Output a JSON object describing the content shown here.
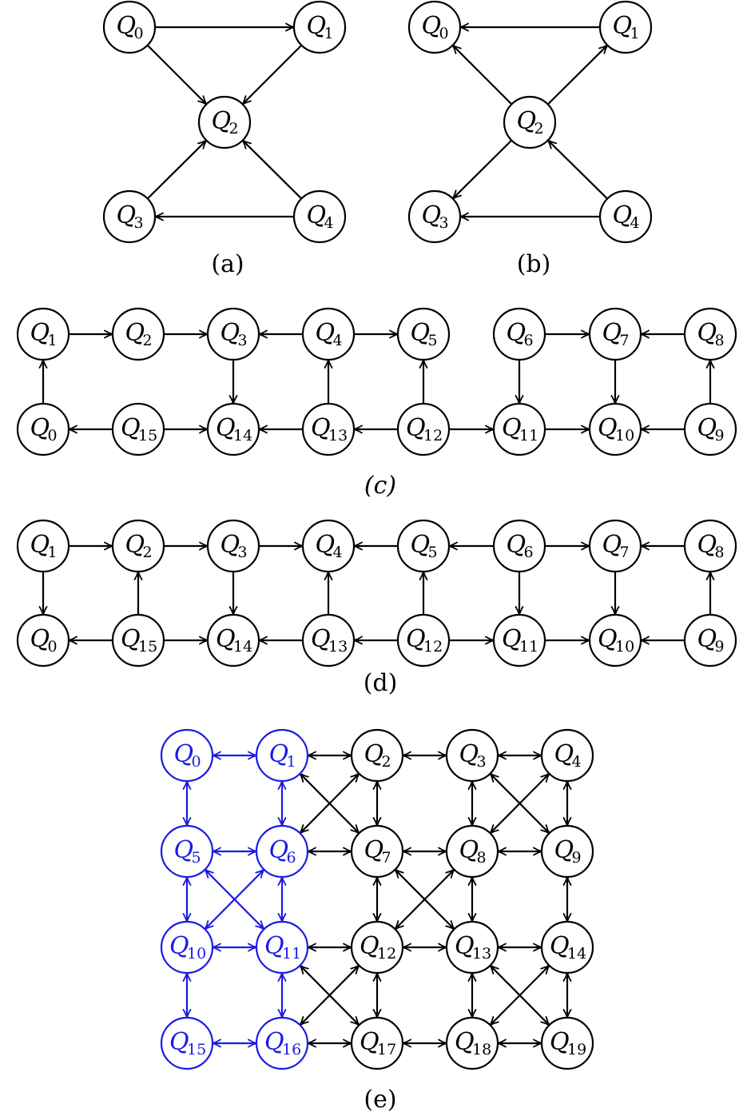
{
  "colors": {
    "default": "#000000",
    "highlight": "#1a1ae6"
  },
  "panels": [
    {
      "id": "a",
      "caption": "(a)",
      "caption_italic": false,
      "nodes": [
        {
          "id": "0",
          "label": "Q",
          "sub": "0"
        },
        {
          "id": "1",
          "label": "Q",
          "sub": "1"
        },
        {
          "id": "2",
          "label": "Q",
          "sub": "2"
        },
        {
          "id": "3",
          "label": "Q",
          "sub": "3"
        },
        {
          "id": "4",
          "label": "Q",
          "sub": "4"
        }
      ],
      "edges": [
        {
          "from": "0",
          "to": "1",
          "dir": "forward"
        },
        {
          "from": "0",
          "to": "2",
          "dir": "forward"
        },
        {
          "from": "1",
          "to": "2",
          "dir": "forward"
        },
        {
          "from": "3",
          "to": "2",
          "dir": "forward"
        },
        {
          "from": "4",
          "to": "2",
          "dir": "forward"
        },
        {
          "from": "4",
          "to": "3",
          "dir": "forward"
        }
      ]
    },
    {
      "id": "b",
      "caption": "(b)",
      "caption_italic": false,
      "nodes": [
        {
          "id": "0",
          "label": "Q",
          "sub": "0"
        },
        {
          "id": "1",
          "label": "Q",
          "sub": "1"
        },
        {
          "id": "2",
          "label": "Q",
          "sub": "2"
        },
        {
          "id": "3",
          "label": "Q",
          "sub": "3"
        },
        {
          "id": "4",
          "label": "Q",
          "sub": "4"
        }
      ],
      "edges": [
        {
          "from": "1",
          "to": "0",
          "dir": "forward"
        },
        {
          "from": "2",
          "to": "0",
          "dir": "forward"
        },
        {
          "from": "2",
          "to": "1",
          "dir": "forward"
        },
        {
          "from": "2",
          "to": "3",
          "dir": "forward"
        },
        {
          "from": "4",
          "to": "2",
          "dir": "forward"
        },
        {
          "from": "4",
          "to": "3",
          "dir": "forward"
        }
      ]
    },
    {
      "id": "c",
      "caption": "(c)",
      "caption_italic": true,
      "nodes": [
        {
          "id": "0",
          "label": "Q",
          "sub": "0"
        },
        {
          "id": "1",
          "label": "Q",
          "sub": "1"
        },
        {
          "id": "2",
          "label": "Q",
          "sub": "2"
        },
        {
          "id": "3",
          "label": "Q",
          "sub": "3"
        },
        {
          "id": "4",
          "label": "Q",
          "sub": "4"
        },
        {
          "id": "5",
          "label": "Q",
          "sub": "5"
        },
        {
          "id": "6",
          "label": "Q",
          "sub": "6"
        },
        {
          "id": "7",
          "label": "Q",
          "sub": "7"
        },
        {
          "id": "8",
          "label": "Q",
          "sub": "8"
        },
        {
          "id": "9",
          "label": "Q",
          "sub": "9"
        },
        {
          "id": "10",
          "label": "Q",
          "sub": "10"
        },
        {
          "id": "11",
          "label": "Q",
          "sub": "11"
        },
        {
          "id": "12",
          "label": "Q",
          "sub": "12"
        },
        {
          "id": "13",
          "label": "Q",
          "sub": "13"
        },
        {
          "id": "14",
          "label": "Q",
          "sub": "14"
        },
        {
          "id": "15",
          "label": "Q",
          "sub": "15"
        }
      ],
      "edges": [
        {
          "from": "1",
          "to": "2",
          "dir": "forward"
        },
        {
          "from": "2",
          "to": "3",
          "dir": "forward"
        },
        {
          "from": "4",
          "to": "3",
          "dir": "forward"
        },
        {
          "from": "4",
          "to": "5",
          "dir": "forward"
        },
        {
          "from": "6",
          "to": "7",
          "dir": "forward"
        },
        {
          "from": "8",
          "to": "7",
          "dir": "forward"
        },
        {
          "from": "0",
          "to": "1",
          "dir": "forward"
        },
        {
          "from": "3",
          "to": "14",
          "dir": "forward"
        },
        {
          "from": "13",
          "to": "4",
          "dir": "forward"
        },
        {
          "from": "12",
          "to": "5",
          "dir": "forward"
        },
        {
          "from": "6",
          "to": "11",
          "dir": "forward"
        },
        {
          "from": "7",
          "to": "10",
          "dir": "forward"
        },
        {
          "from": "9",
          "to": "8",
          "dir": "forward"
        },
        {
          "from": "15",
          "to": "0",
          "dir": "forward"
        },
        {
          "from": "15",
          "to": "14",
          "dir": "forward"
        },
        {
          "from": "13",
          "to": "14",
          "dir": "forward"
        },
        {
          "from": "12",
          "to": "13",
          "dir": "forward"
        },
        {
          "from": "12",
          "to": "11",
          "dir": "forward"
        },
        {
          "from": "11",
          "to": "10",
          "dir": "forward"
        },
        {
          "from": "9",
          "to": "10",
          "dir": "forward"
        }
      ]
    },
    {
      "id": "d",
      "caption": "(d)",
      "caption_italic": false,
      "nodes": [
        {
          "id": "0",
          "label": "Q",
          "sub": "0"
        },
        {
          "id": "1",
          "label": "Q",
          "sub": "1"
        },
        {
          "id": "2",
          "label": "Q",
          "sub": "2"
        },
        {
          "id": "3",
          "label": "Q",
          "sub": "3"
        },
        {
          "id": "4",
          "label": "Q",
          "sub": "4"
        },
        {
          "id": "5",
          "label": "Q",
          "sub": "5"
        },
        {
          "id": "6",
          "label": "Q",
          "sub": "6"
        },
        {
          "id": "7",
          "label": "Q",
          "sub": "7"
        },
        {
          "id": "8",
          "label": "Q",
          "sub": "8"
        },
        {
          "id": "9",
          "label": "Q",
          "sub": "9"
        },
        {
          "id": "10",
          "label": "Q",
          "sub": "10"
        },
        {
          "id": "11",
          "label": "Q",
          "sub": "11"
        },
        {
          "id": "12",
          "label": "Q",
          "sub": "12"
        },
        {
          "id": "13",
          "label": "Q",
          "sub": "13"
        },
        {
          "id": "14",
          "label": "Q",
          "sub": "14"
        },
        {
          "id": "15",
          "label": "Q",
          "sub": "15"
        }
      ],
      "edges": [
        {
          "from": "1",
          "to": "2",
          "dir": "forward"
        },
        {
          "from": "2",
          "to": "3",
          "dir": "forward"
        },
        {
          "from": "3",
          "to": "4",
          "dir": "forward"
        },
        {
          "from": "5",
          "to": "4",
          "dir": "forward"
        },
        {
          "from": "6",
          "to": "5",
          "dir": "forward"
        },
        {
          "from": "6",
          "to": "7",
          "dir": "forward"
        },
        {
          "from": "8",
          "to": "7",
          "dir": "forward"
        },
        {
          "from": "1",
          "to": "0",
          "dir": "forward"
        },
        {
          "from": "15",
          "to": "2",
          "dir": "forward"
        },
        {
          "from": "3",
          "to": "14",
          "dir": "forward"
        },
        {
          "from": "13",
          "to": "4",
          "dir": "forward"
        },
        {
          "from": "12",
          "to": "5",
          "dir": "forward"
        },
        {
          "from": "6",
          "to": "11",
          "dir": "forward"
        },
        {
          "from": "7",
          "to": "10",
          "dir": "forward"
        },
        {
          "from": "9",
          "to": "8",
          "dir": "forward"
        },
        {
          "from": "15",
          "to": "0",
          "dir": "forward"
        },
        {
          "from": "15",
          "to": "14",
          "dir": "forward"
        },
        {
          "from": "13",
          "to": "14",
          "dir": "forward"
        },
        {
          "from": "12",
          "to": "13",
          "dir": "forward"
        },
        {
          "from": "12",
          "to": "11",
          "dir": "forward"
        },
        {
          "from": "11",
          "to": "10",
          "dir": "forward"
        },
        {
          "from": "9",
          "to": "10",
          "dir": "forward"
        }
      ]
    },
    {
      "id": "e",
      "caption": "(e)",
      "caption_italic": false,
      "highlighted_nodes": [
        "0",
        "1",
        "5",
        "6",
        "10",
        "11",
        "15",
        "16"
      ],
      "nodes": [
        {
          "id": "0",
          "label": "Q",
          "sub": "0"
        },
        {
          "id": "1",
          "label": "Q",
          "sub": "1"
        },
        {
          "id": "2",
          "label": "Q",
          "sub": "2"
        },
        {
          "id": "3",
          "label": "Q",
          "sub": "3"
        },
        {
          "id": "4",
          "label": "Q",
          "sub": "4"
        },
        {
          "id": "5",
          "label": "Q",
          "sub": "5"
        },
        {
          "id": "6",
          "label": "Q",
          "sub": "6"
        },
        {
          "id": "7",
          "label": "Q",
          "sub": "7"
        },
        {
          "id": "8",
          "label": "Q",
          "sub": "8"
        },
        {
          "id": "9",
          "label": "Q",
          "sub": "9"
        },
        {
          "id": "10",
          "label": "Q",
          "sub": "10"
        },
        {
          "id": "11",
          "label": "Q",
          "sub": "11"
        },
        {
          "id": "12",
          "label": "Q",
          "sub": "12"
        },
        {
          "id": "13",
          "label": "Q",
          "sub": "13"
        },
        {
          "id": "14",
          "label": "Q",
          "sub": "14"
        },
        {
          "id": "15",
          "label": "Q",
          "sub": "15"
        },
        {
          "id": "16",
          "label": "Q",
          "sub": "16"
        },
        {
          "id": "17",
          "label": "Q",
          "sub": "17"
        },
        {
          "id": "18",
          "label": "Q",
          "sub": "18"
        },
        {
          "id": "19",
          "label": "Q",
          "sub": "19"
        }
      ],
      "edges": [
        {
          "from": "0",
          "to": "1",
          "dir": "both"
        },
        {
          "from": "1",
          "to": "2",
          "dir": "both"
        },
        {
          "from": "2",
          "to": "3",
          "dir": "both"
        },
        {
          "from": "3",
          "to": "4",
          "dir": "both"
        },
        {
          "from": "5",
          "to": "6",
          "dir": "both"
        },
        {
          "from": "6",
          "to": "7",
          "dir": "both"
        },
        {
          "from": "7",
          "to": "8",
          "dir": "both"
        },
        {
          "from": "8",
          "to": "9",
          "dir": "both"
        },
        {
          "from": "10",
          "to": "11",
          "dir": "both"
        },
        {
          "from": "11",
          "to": "12",
          "dir": "both"
        },
        {
          "from": "12",
          "to": "13",
          "dir": "both"
        },
        {
          "from": "13",
          "to": "14",
          "dir": "both"
        },
        {
          "from": "15",
          "to": "16",
          "dir": "both"
        },
        {
          "from": "16",
          "to": "17",
          "dir": "both"
        },
        {
          "from": "17",
          "to": "18",
          "dir": "both"
        },
        {
          "from": "18",
          "to": "19",
          "dir": "both"
        },
        {
          "from": "0",
          "to": "5",
          "dir": "both"
        },
        {
          "from": "1",
          "to": "6",
          "dir": "both"
        },
        {
          "from": "2",
          "to": "7",
          "dir": "both"
        },
        {
          "from": "3",
          "to": "8",
          "dir": "both"
        },
        {
          "from": "4",
          "to": "9",
          "dir": "both"
        },
        {
          "from": "5",
          "to": "10",
          "dir": "both"
        },
        {
          "from": "6",
          "to": "11",
          "dir": "both"
        },
        {
          "from": "7",
          "to": "12",
          "dir": "both"
        },
        {
          "from": "8",
          "to": "13",
          "dir": "both"
        },
        {
          "from": "9",
          "to": "14",
          "dir": "both"
        },
        {
          "from": "10",
          "to": "15",
          "dir": "both"
        },
        {
          "from": "11",
          "to": "16",
          "dir": "both"
        },
        {
          "from": "12",
          "to": "17",
          "dir": "both"
        },
        {
          "from": "13",
          "to": "18",
          "dir": "both"
        },
        {
          "from": "14",
          "to": "19",
          "dir": "both"
        },
        {
          "from": "1",
          "to": "7",
          "dir": "both"
        },
        {
          "from": "2",
          "to": "6",
          "dir": "both"
        },
        {
          "from": "3",
          "to": "9",
          "dir": "both"
        },
        {
          "from": "4",
          "to": "8",
          "dir": "both"
        },
        {
          "from": "5",
          "to": "11",
          "dir": "both"
        },
        {
          "from": "6",
          "to": "10",
          "dir": "both"
        },
        {
          "from": "7",
          "to": "13",
          "dir": "both"
        },
        {
          "from": "8",
          "to": "12",
          "dir": "both"
        },
        {
          "from": "11",
          "to": "17",
          "dir": "both"
        },
        {
          "from": "12",
          "to": "16",
          "dir": "both"
        },
        {
          "from": "13",
          "to": "19",
          "dir": "both"
        },
        {
          "from": "14",
          "to": "18",
          "dir": "both"
        }
      ]
    }
  ]
}
